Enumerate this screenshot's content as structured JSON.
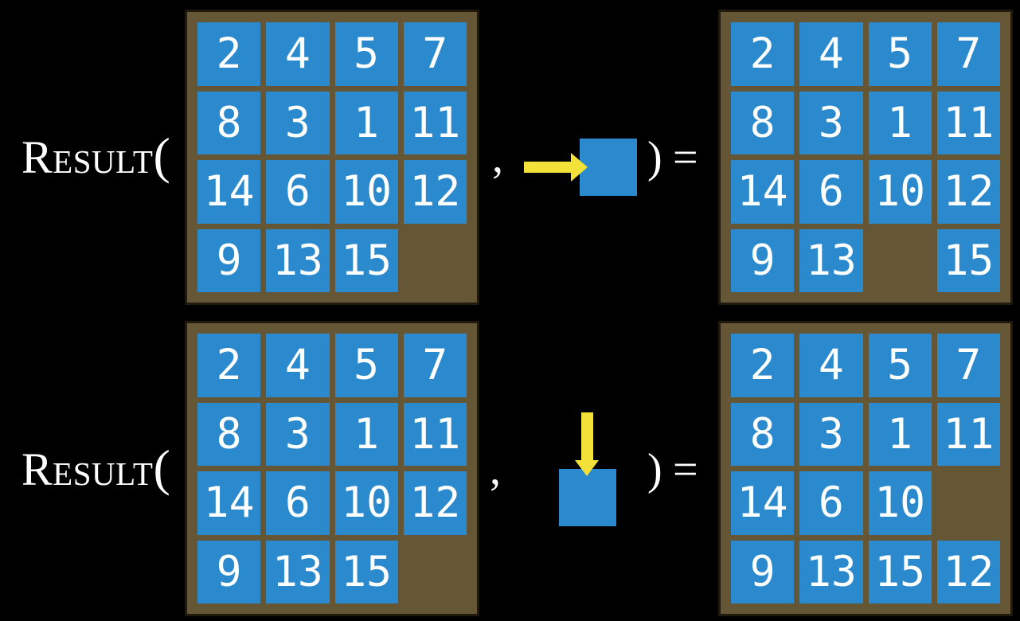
{
  "figure": {
    "call": {
      "function_name": "Result",
      "open_paren": "(",
      "comma": ",",
      "close_paren": ")",
      "equals": "="
    },
    "examples": [
      {
        "action": "slide-right",
        "arrow_icon": "right-arrow-into-tile-icon",
        "input_grid": [
          [
            "2",
            "4",
            "5",
            "7"
          ],
          [
            "8",
            "3",
            "1",
            "11"
          ],
          [
            "14",
            "6",
            "10",
            "12"
          ],
          [
            "9",
            "13",
            "15",
            ""
          ]
        ],
        "output_grid": [
          [
            "2",
            "4",
            "5",
            "7"
          ],
          [
            "8",
            "3",
            "1",
            "11"
          ],
          [
            "14",
            "6",
            "10",
            "12"
          ],
          [
            "9",
            "13",
            "",
            "15"
          ]
        ]
      },
      {
        "action": "slide-down",
        "arrow_icon": "down-arrow-into-tile-icon",
        "input_grid": [
          [
            "2",
            "4",
            "5",
            "7"
          ],
          [
            "8",
            "3",
            "1",
            "11"
          ],
          [
            "14",
            "6",
            "10",
            "12"
          ],
          [
            "9",
            "13",
            "15",
            ""
          ]
        ],
        "output_grid": [
          [
            "2",
            "4",
            "5",
            "7"
          ],
          [
            "8",
            "3",
            "1",
            "11"
          ],
          [
            "14",
            "6",
            "10",
            ""
          ],
          [
            "9",
            "13",
            "15",
            "12"
          ]
        ]
      }
    ]
  },
  "colors": {
    "background": "#000000",
    "tile_blue": "#2A8ACD",
    "frame_brown": "#655735",
    "frame_edge": "#201A0E",
    "arrow_yellow": "#F1E138",
    "text_white": "#FFFFFF"
  }
}
